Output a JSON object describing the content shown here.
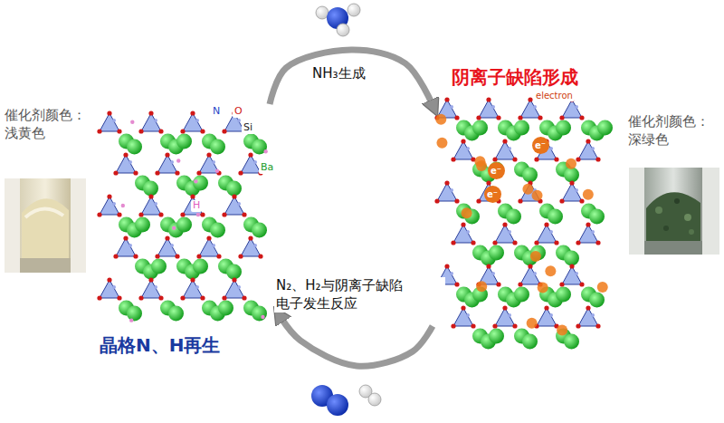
{
  "diagram": {
    "nodes": [
      {
        "text": [
          "N",
          "O",
          "Si",
          "Ba",
          "H"
        ]
      },
      {
        "text": [
          "electron",
          "e⁻",
          "e⁻",
          "e⁻"
        ]
      }
    ],
    "edges": [
      {
        "from": 0,
        "to": 1,
        "arrow": "to",
        "label": "NH₃生成"
      },
      {
        "from": 1,
        "to": 0,
        "arrow": "to",
        "label": "N₂、H₂与阴离子缺陷 电子发生反应"
      }
    ],
    "labels": [
      "阴离子缺陷形成",
      "晶格N、H再生",
      "催化剂颜色： 浅黄色",
      "催化剂颜色： 深绿色"
    ]
  }
}
